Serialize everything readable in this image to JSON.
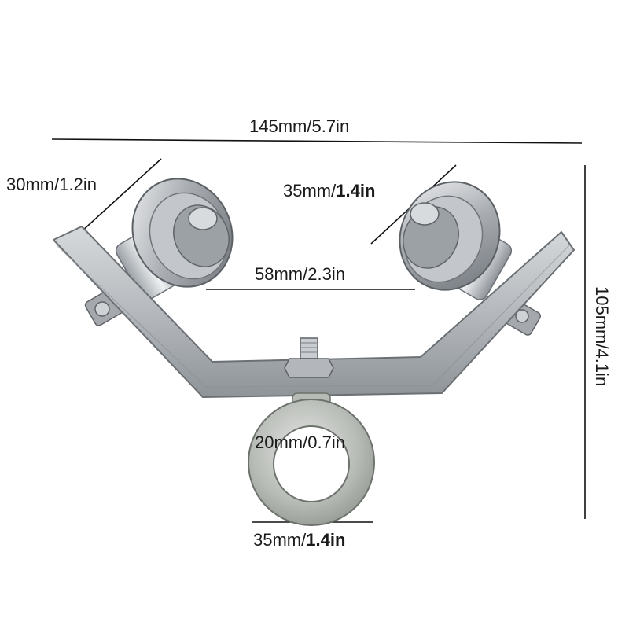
{
  "product": {
    "name": "trolley-wheel-hanger"
  },
  "dimensions": {
    "total_width": "145mm/5.7in",
    "plate_width": "30mm/1.2in",
    "wheel_diameter": {
      "metric": "35mm/",
      "imperial": "1.4in"
    },
    "inner_gap": "58mm/2.3in",
    "total_height": "105mm/4.1in",
    "ring_inner": "20mm/0.7in",
    "ring_outer": {
      "metric": "35mm/",
      "imperial": "1.4in"
    }
  },
  "colors": {
    "background": "#ffffff",
    "metal_light": "#e4e6e8",
    "metal_mid": "#b9bdc2",
    "metal_dark": "#7d8288",
    "galvanized": "#c9ccc8",
    "line": "#111111"
  }
}
